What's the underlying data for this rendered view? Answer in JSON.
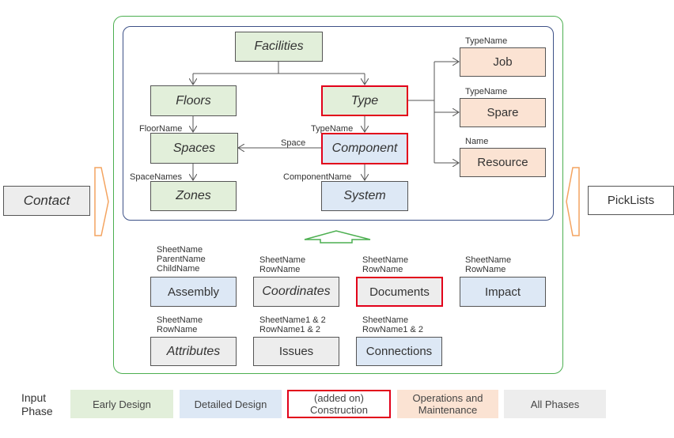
{
  "core": {
    "facilities": "Facilities",
    "floors": "Floors",
    "spaces": "Spaces",
    "zones": "Zones",
    "type": "Type",
    "component": "Component",
    "system": "System"
  },
  "side": {
    "contact": "Contact",
    "picklists": "PickLists"
  },
  "om": {
    "job": "Job",
    "spare": "Spare",
    "resource": "Resource"
  },
  "refs": {
    "floorname": "FloorName",
    "spacenames": "SpaceNames",
    "typename": "TypeName",
    "space": "Space",
    "componentname": "ComponentName",
    "job_key": "TypeName",
    "spare_key": "TypeName",
    "resource_key": "Name"
  },
  "secondary": {
    "assembly": {
      "label": "Assembly",
      "keys": [
        "SheetName",
        "ParentName",
        "ChildName"
      ]
    },
    "coordinates": {
      "label": "Coordinates",
      "keys": [
        "SheetName",
        "RowName"
      ]
    },
    "documents": {
      "label": "Documents",
      "keys": [
        "SheetName",
        "RowName"
      ]
    },
    "impact": {
      "label": "Impact",
      "keys": [
        "SheetName",
        "RowName"
      ]
    },
    "attributes": {
      "label": "Attributes",
      "keys": [
        "SheetName",
        "RowName"
      ]
    },
    "issues": {
      "label": "Issues",
      "keys": [
        "SheetName1 & 2",
        "RowName1 & 2"
      ]
    },
    "connections": {
      "label": "Connections",
      "keys": [
        "SheetName",
        "RowName1 & 2"
      ]
    }
  },
  "legend": {
    "title_line1": "Input",
    "title_line2": "Phase",
    "early": "Early Design",
    "detailed": "Detailed Design",
    "construction_line1": "(added on)",
    "construction_line2": "Construction",
    "om_line1": "Operations and",
    "om_line2": "Maintenance",
    "all": "All Phases"
  },
  "colors": {
    "early_design": "#e2efda",
    "detailed_design": "#dde8f5",
    "operations": "#fbe3d3",
    "all_phases": "#ededed",
    "construction_border": "#e2001a",
    "outer_frame": "#4caf50",
    "inner_frame": "#3d5187"
  }
}
